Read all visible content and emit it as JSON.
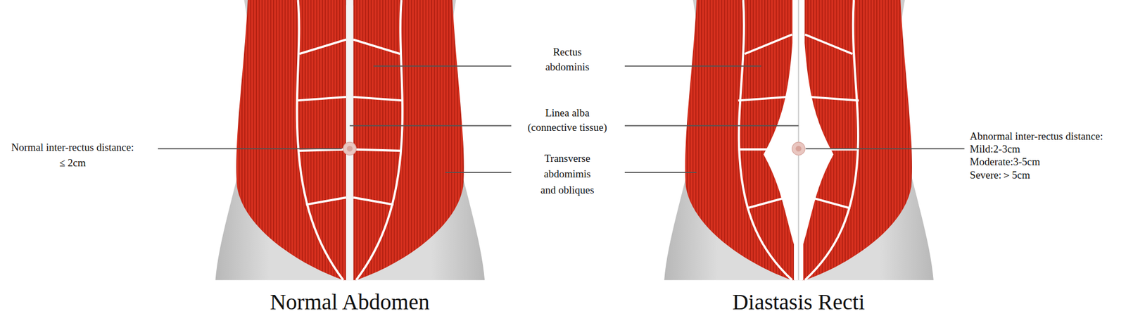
{
  "diagram": {
    "labels": [
      "Rectus",
      "abdominis",
      "Linea alba",
      "(connective tissue)",
      "Transverse",
      "abdomimis",
      "and obliques",
      "Normal inter-rectus distance:",
      "≤ 2cm",
      "Abnormal inter-rectus distance:",
      "Mild:2-3cm",
      "Moderate:3-5cm",
      "Severe:＞5cm",
      "Normal Abdomen",
      "Diastasis Recti"
    ]
  }
}
